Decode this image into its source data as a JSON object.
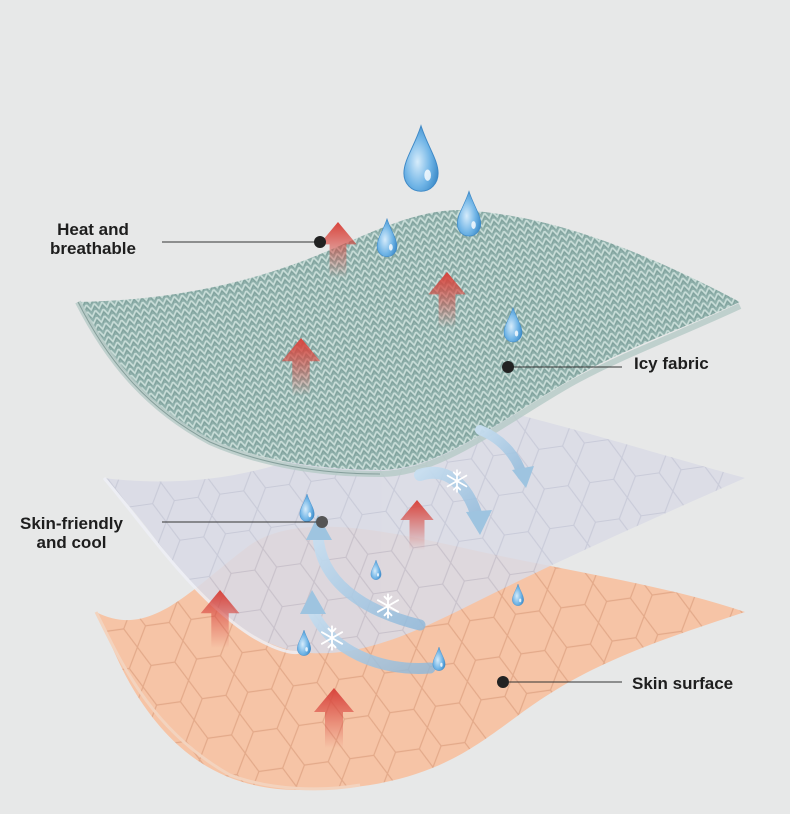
{
  "labels": {
    "heat": [
      "Heat and",
      "breathable"
    ],
    "icy": "Icy fabric",
    "skin_friendly": [
      "Skin-friendly",
      "and cool"
    ],
    "skin_surface": "Skin surface"
  },
  "layers": [
    {
      "name": "Icy fabric",
      "color": "#8fb0ab"
    },
    {
      "name": "Skin-friendly and cool",
      "color": "#d8dbe6"
    },
    {
      "name": "Skin surface",
      "color": "#f6c4a6"
    }
  ],
  "icons": [
    "water-drop-icon",
    "heat-arrow-icon",
    "snowflake-icon",
    "airflow-arrow-icon"
  ],
  "colors": {
    "background": "#e7e8e8",
    "heat_arrow": "#d8443c",
    "water_drop": "#4a9ad4",
    "airflow": "#a9cbe3",
    "leader_line": "#333333"
  }
}
